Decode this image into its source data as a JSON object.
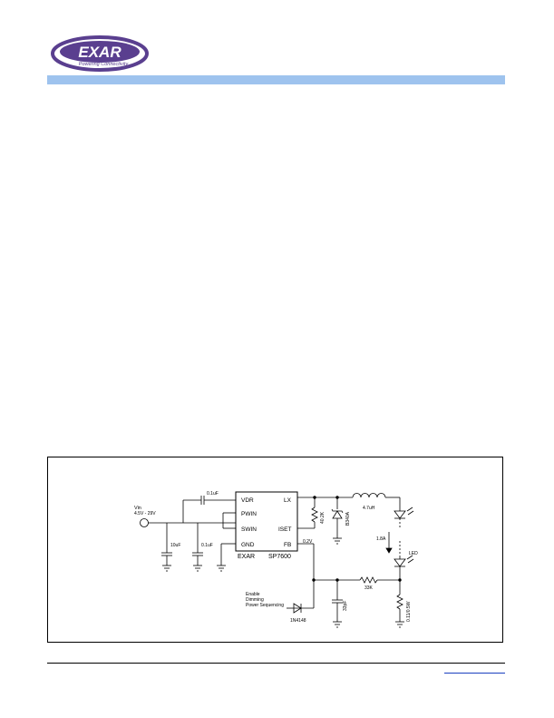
{
  "brand": {
    "name": "EXAR",
    "tagline": "Powering Connectivity",
    "colors": {
      "logo_ring": "#5a3f8f",
      "logo_text": "#ffffff",
      "header_bar": "#9ec3ee",
      "link": "#1a3fbf"
    }
  },
  "schematic": {
    "vin_label": "Vin",
    "vin_range": "4.5V - 29V",
    "c_top": "0.1uF",
    "c_in": "10uF",
    "c_pwin": "0.1uF",
    "chip": {
      "vendor": "EXAR",
      "part": "SP7600",
      "pins": {
        "vdr": "VDR",
        "pwin": "PWIN",
        "swin": "SWIN",
        "gnd": "GND",
        "lx": "LX",
        "iset": "ISET",
        "fb": "FB"
      }
    },
    "r_iset": "40.2K",
    "diode_sch": "B340A",
    "inductor": "4.7uH",
    "current": "1.8A",
    "led_label": "LED",
    "fb_voltage": "0.2V",
    "enable_text": [
      "Enable",
      "Dimming",
      "Power Sequencing"
    ],
    "diode_enable": "1N4148",
    "c_fb": "33pF",
    "r_fb": "33K",
    "r_sense": "0.11/0.5W"
  }
}
